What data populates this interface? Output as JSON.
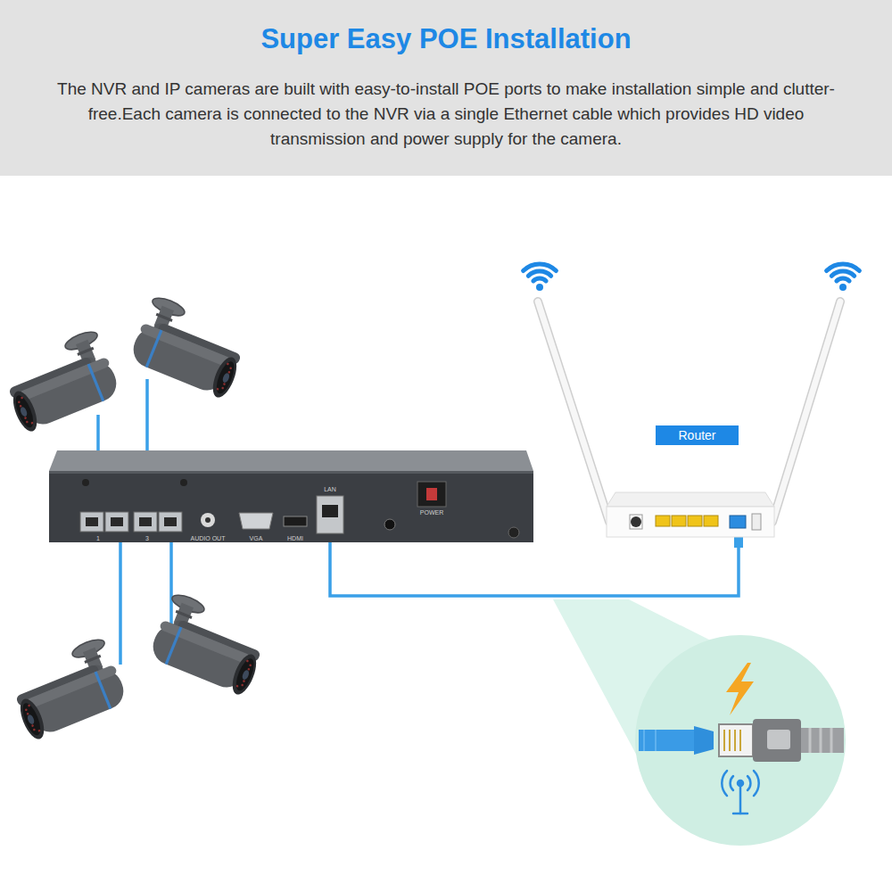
{
  "diagram": {
    "title": "Super Easy POE Installation",
    "caption": "The NVR and IP cameras are built with easy-to-install POE ports to make installation simple and clutter-free.Each camera is connected to the NVR via a single Ethernet cable which provides HD video transmission and power supply for the camera.",
    "nodes": [
      {
        "text": [
          "Router"
        ]
      }
    ],
    "labels": [
      "1",
      "3",
      "AUDIO OUT",
      "VGA",
      "HDMI",
      "LAN",
      "POWER"
    ]
  }
}
